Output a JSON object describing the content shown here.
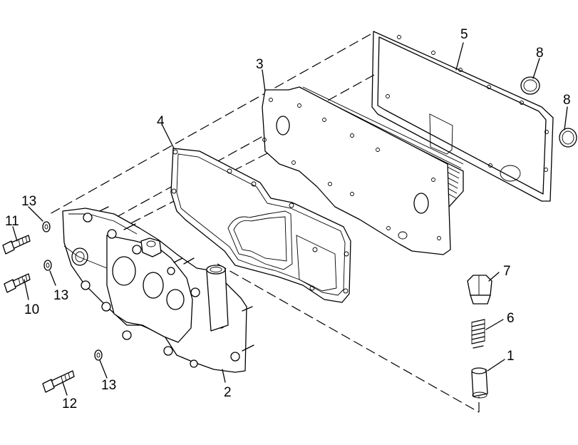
{
  "callouts": [
    {
      "id": "c1",
      "text": "1"
    },
    {
      "id": "c2",
      "text": "2"
    },
    {
      "id": "c3",
      "text": "3"
    },
    {
      "id": "c4",
      "text": "4"
    },
    {
      "id": "c5",
      "text": "5"
    },
    {
      "id": "c6",
      "text": "6"
    },
    {
      "id": "c7",
      "text": "7"
    },
    {
      "id": "c8a",
      "text": "8"
    },
    {
      "id": "c8b",
      "text": "8"
    },
    {
      "id": "c10",
      "text": "10"
    },
    {
      "id": "c11",
      "text": "11"
    },
    {
      "id": "c12",
      "text": "12"
    },
    {
      "id": "c13a",
      "text": "13"
    },
    {
      "id": "c13b",
      "text": "13"
    },
    {
      "id": "c13c",
      "text": "13"
    }
  ]
}
